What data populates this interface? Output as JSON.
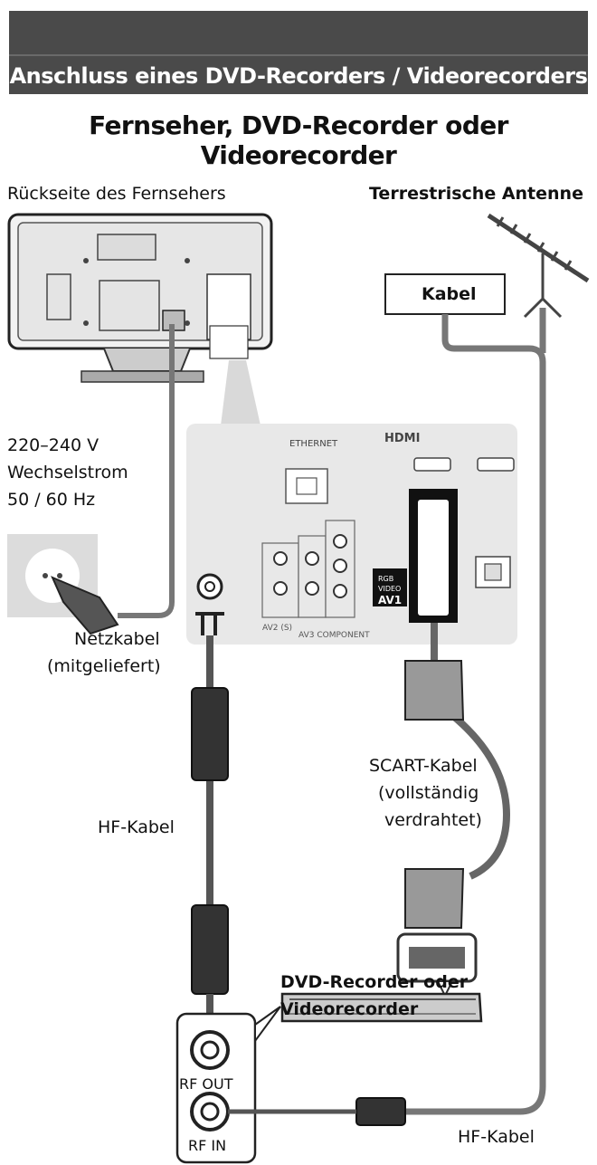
{
  "header": {
    "banner_title": "Anschluss eines DVD-Recorders / Videorecorders",
    "subtitle": "Fernseher, DVD-Recorder oder Videorecorder"
  },
  "labels": {
    "tv_back": "Rückseite des Fernsehers",
    "antenna": "Terrestrische Antenne",
    "kabel_box": "Kabel",
    "power_line1": "220–240 V",
    "power_line2": "Wechselstrom",
    "power_line3": "50 / 60 Hz",
    "netzkabel_line1": "Netzkabel",
    "netzkabel_line2": "(mitgeliefert)",
    "hf_kabel_left": "HF-Kabel",
    "scart_line1": "SCART-Kabel",
    "scart_line2": "(vollständig",
    "scart_line3": "verdrahtet)",
    "dvd_line1": "DVD-Recorder oder",
    "dvd_line2": "Videorecorder",
    "rf_out": "RF OUT",
    "rf_in": "RF IN",
    "hf_kabel_bottom": "HF-Kabel"
  },
  "panel_marks": {
    "ethernet": "ETHERNET",
    "hdmi": "HDMI",
    "av1": "AV1",
    "rgb": "RGB",
    "video": "VIDEO",
    "av2": "AV2 (S)",
    "av3": "AV3 COMPONENT"
  }
}
